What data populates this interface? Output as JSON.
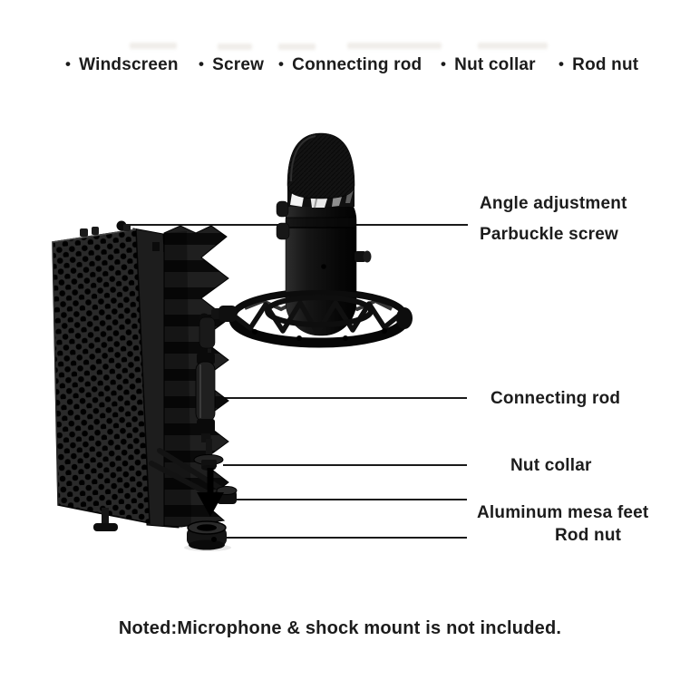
{
  "colors": {
    "background": "#ffffff",
    "ink": "#1c1c1c",
    "product_black": "#111111"
  },
  "parts_list": {
    "bullet": "•",
    "items": [
      {
        "label": "Windscreen"
      },
      {
        "label": "Screw"
      },
      {
        "label": "Connecting rod"
      },
      {
        "label": "Nut collar"
      },
      {
        "label": "Rod nut"
      }
    ]
  },
  "callouts": {
    "angle_adjustment": "Angle adjustment",
    "parbuckle_screw": "Parbuckle screw",
    "connecting_rod": "Connecting rod",
    "nut_collar": "Nut collar",
    "aluminum_mesa_feet": "Aluminum mesa feet",
    "rod_nut": "Rod nut"
  },
  "note": "Noted:Microphone & shock mount is not included."
}
